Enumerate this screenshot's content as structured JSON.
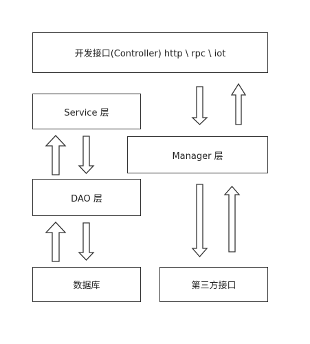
{
  "diagram": {
    "nodes": {
      "top": "开发接口(Controller) http \\ rpc \\ iot",
      "service": "Service 层",
      "manager": "Manager 层",
      "dao": "DAO 层",
      "database": "数据库",
      "third_party": "第三方接口"
    },
    "edges": [
      {
        "from": "top",
        "to": "manager"
      },
      {
        "from": "manager",
        "to": "top"
      },
      {
        "from": "dao",
        "to": "service"
      },
      {
        "from": "service",
        "to": "dao"
      },
      {
        "from": "database",
        "to": "dao"
      },
      {
        "from": "dao",
        "to": "database"
      },
      {
        "from": "manager",
        "to": "third_party"
      },
      {
        "from": "third_party",
        "to": "manager"
      }
    ],
    "colors": {
      "border": "#333333",
      "background": "#ffffff",
      "text": "#222222"
    }
  }
}
